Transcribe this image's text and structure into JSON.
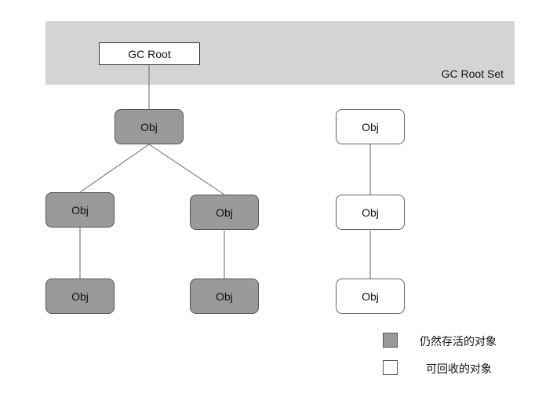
{
  "root_set": {
    "label": "GC Root Set",
    "root_label": "GC Root"
  },
  "nodes": {
    "alive_top": "Obj",
    "alive_mid_left": "Obj",
    "alive_mid_right": "Obj",
    "alive_bottom_left": "Obj",
    "alive_bottom_right": "Obj",
    "dead_top": "Obj",
    "dead_mid": "Obj",
    "dead_bottom": "Obj"
  },
  "colors": {
    "alive": "#9a9a9a",
    "dead": "#ffffff",
    "root_set_band": "#d4d4d4"
  },
  "legend": [
    {
      "swatch": "alive",
      "label": "仍然存活的对象"
    },
    {
      "swatch": "dead",
      "label": "可回收的对象"
    }
  ]
}
